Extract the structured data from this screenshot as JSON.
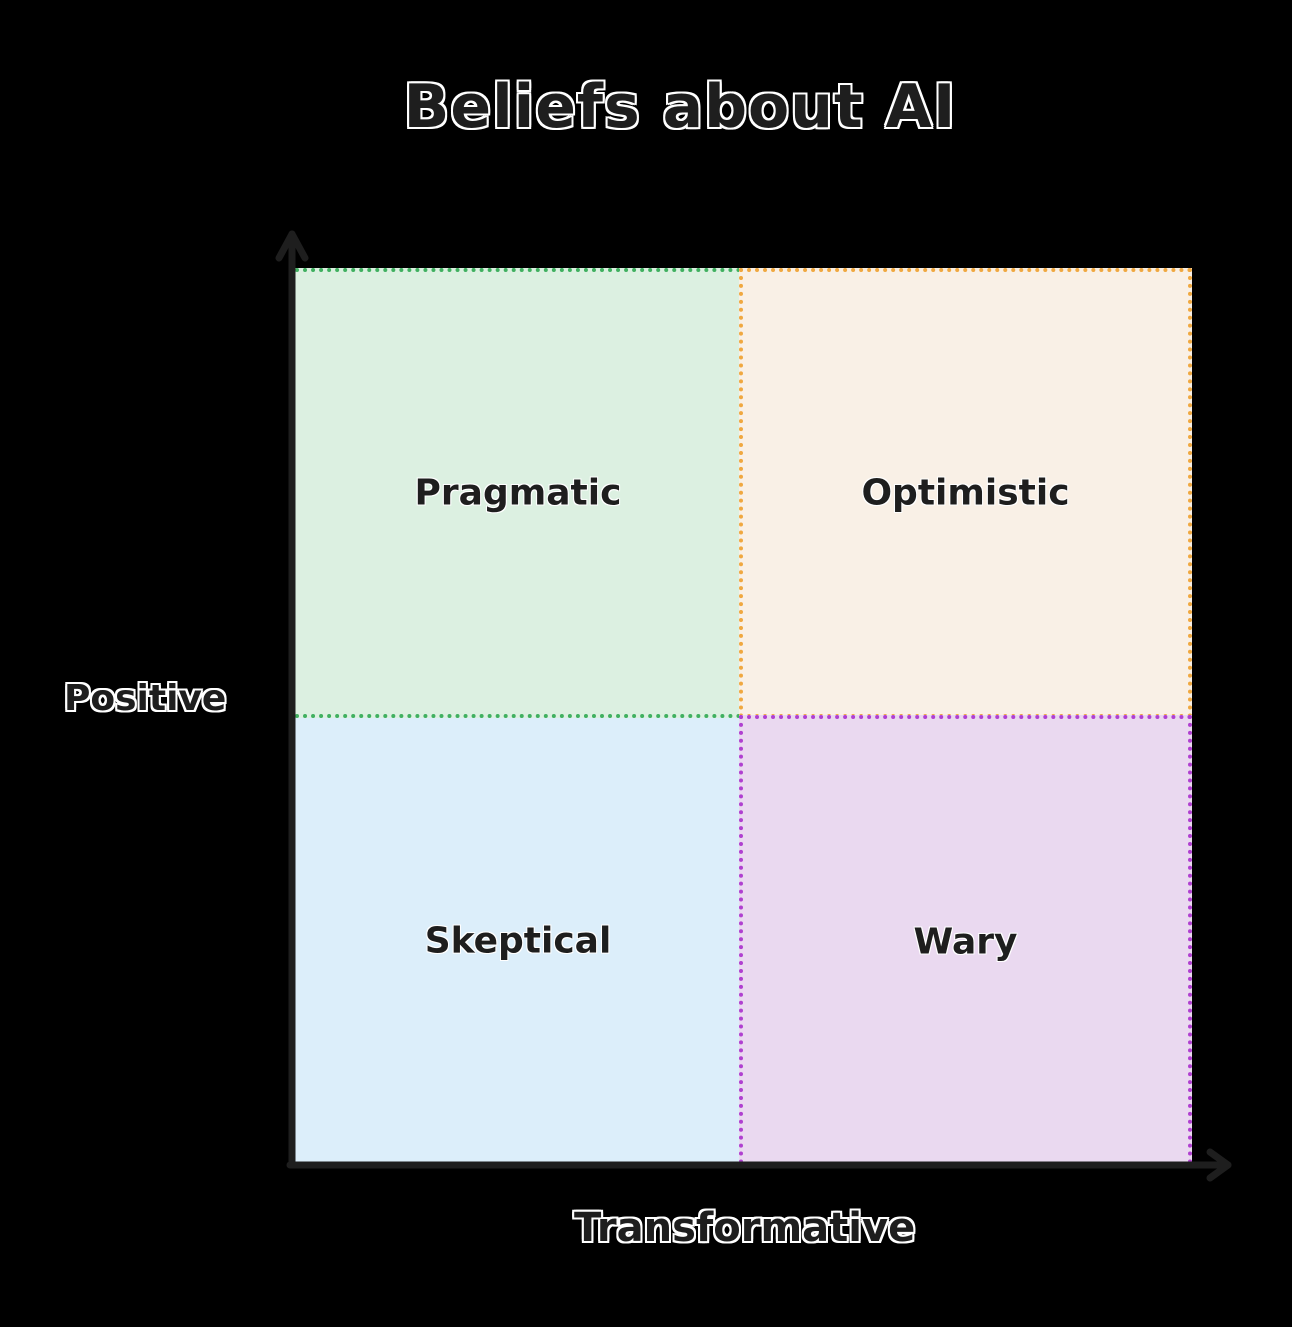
{
  "diagram": {
    "title": "Beliefs about AI",
    "y_axis_label": "Positive",
    "x_axis_label": "Transformative",
    "quadrants": [
      {
        "position": "top-left",
        "label": "Pragmatic",
        "fill": "#dcf0e1",
        "border": "#40b060"
      },
      {
        "position": "top-right",
        "label": "Optimistic",
        "fill": "#f9f0e6",
        "border": "#f0a840"
      },
      {
        "position": "bottom-left",
        "label": "Skeptical",
        "fill": "#dceefa",
        "border": "#4a9de0"
      },
      {
        "position": "bottom-right",
        "label": "Wary",
        "fill": "#ead9f0",
        "border": "#b040d0"
      }
    ],
    "axis_color": "#1e1e1e"
  }
}
